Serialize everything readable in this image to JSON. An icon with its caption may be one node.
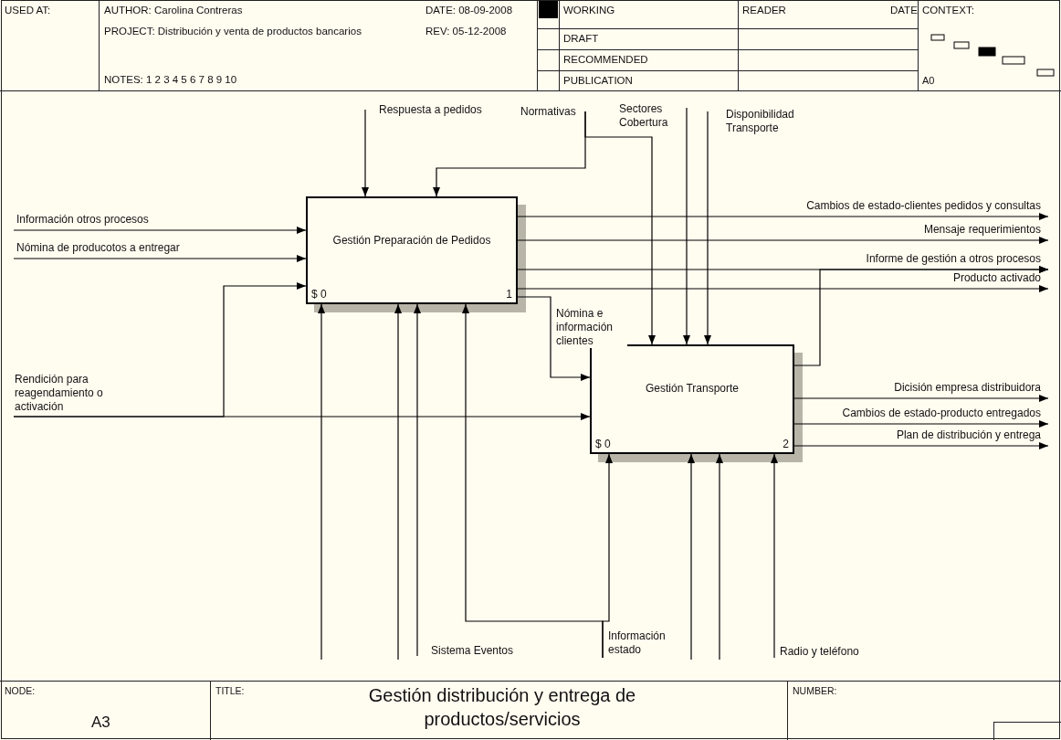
{
  "diagram": {
    "title": "Gestión distribución y entrega de productos/servicios",
    "nodes": [
      {
        "text": [
          "Gestión Preparación de Pedidos",
          "$ 0",
          "1"
        ]
      },
      {
        "text": [
          "Gestión Transporte",
          "$ 0",
          "2"
        ]
      },
      {
        "text": [
          "Respuesta a pedidos"
        ]
      },
      {
        "text": [
          "Normativas"
        ]
      },
      {
        "text": [
          "Sectores Cobertura"
        ]
      },
      {
        "text": [
          "Disponibilidad Transporte"
        ]
      },
      {
        "text": [
          "Información otros procesos"
        ]
      },
      {
        "text": [
          "Nómina de producotos a entregar"
        ]
      },
      {
        "text": [
          "Rendición para reagendamiento o activación"
        ]
      },
      {
        "text": [
          "Cambios de estado-clientes pedidos y consultas"
        ]
      },
      {
        "text": [
          "Mensaje requerimientos"
        ]
      },
      {
        "text": [
          "Informe de gestión a otros procesos"
        ]
      },
      {
        "text": [
          "Producto activado"
        ]
      },
      {
        "text": [
          "Dicisión empresa distribuidora"
        ]
      },
      {
        "text": [
          "Cambios de estado-producto entregados"
        ]
      },
      {
        "text": [
          "Plan de distribución y entrega"
        ]
      },
      {
        "text": [
          "Sistema Eventos"
        ]
      },
      {
        "text": [
          "Información estado"
        ]
      },
      {
        "text": [
          "Radio y teléfono"
        ]
      }
    ],
    "edges": [
      {
        "from": 2,
        "to": 0,
        "arrow": "to"
      },
      {
        "from": 3,
        "to": 0,
        "arrow": "to"
      },
      {
        "from": 3,
        "to": 1,
        "arrow": "to"
      },
      {
        "from": 4,
        "to": 1,
        "arrow": "to"
      },
      {
        "from": 5,
        "to": 1,
        "arrow": "to"
      },
      {
        "from": 6,
        "to": 0,
        "arrow": "to"
      },
      {
        "from": 7,
        "to": 0,
        "arrow": "to"
      },
      {
        "from": 8,
        "to": 0,
        "arrow": "to"
      },
      {
        "from": 8,
        "to": 1,
        "arrow": "to"
      },
      {
        "from": 0,
        "to": 9,
        "arrow": "to"
      },
      {
        "from": 0,
        "to": 10,
        "arrow": "to"
      },
      {
        "from": 0,
        "to": 11,
        "arrow": "to"
      },
      {
        "from": 1,
        "to": 11,
        "arrow": "to"
      },
      {
        "from": 0,
        "to": 12,
        "arrow": "to"
      },
      {
        "from": 0,
        "to": 1,
        "arrow": "to",
        "label": "Nómina e información clientes"
      },
      {
        "from": 1,
        "to": 13,
        "arrow": "to"
      },
      {
        "from": 1,
        "to": 14,
        "arrow": "to"
      },
      {
        "from": 1,
        "to": 15,
        "arrow": "to"
      },
      {
        "from": null,
        "to": 0,
        "arrow": "to"
      },
      {
        "from": null,
        "to": 0,
        "arrow": "to"
      },
      {
        "from": 16,
        "to": 0,
        "arrow": "to"
      },
      {
        "from": 17,
        "to": 0,
        "arrow": "to"
      },
      {
        "from": 17,
        "to": 1,
        "arrow": "to"
      },
      {
        "from": null,
        "to": 1,
        "arrow": "to"
      },
      {
        "from": null,
        "to": 1,
        "arrow": "to"
      },
      {
        "from": 18,
        "to": 1,
        "arrow": "to"
      }
    ],
    "labels": [
      "USED AT:",
      "AUTHOR: Carolina Contreras",
      "DATE: 08-09-2008",
      "WORKING",
      "READER",
      "DATE",
      "CONTEXT:",
      "PROJECT: Distribución y venta de productos bancarios",
      "REV: 05-12-2008",
      "DRAFT",
      "RECOMMENDED",
      "NOTES: 1 2 3 4 5 6 7 8 9 10",
      "PUBLICATION",
      "A0",
      "NODE:",
      "A3",
      "TITLE:",
      "NUMBER:"
    ]
  }
}
